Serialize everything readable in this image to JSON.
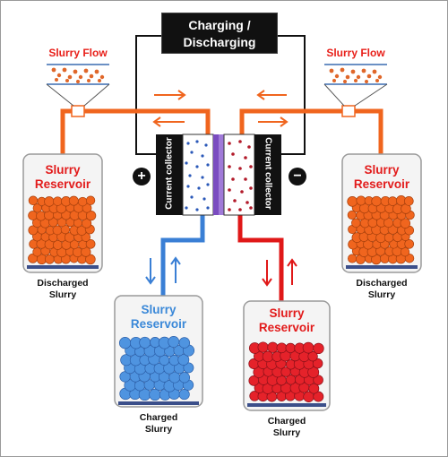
{
  "title": {
    "line1": "Charging /",
    "line2": "Discharging"
  },
  "slurry_flow_left": "Slurry Flow",
  "slurry_flow_right": "Slurry Flow",
  "current_collector_left": "Current collector",
  "current_collector_right": "Current collector",
  "positive_sign": "+",
  "negative_sign": "−",
  "reservoirs": {
    "discharged_left": {
      "title_line1": "Slurry",
      "title_line2": "Reservoir",
      "caption_line1": "Discharged",
      "caption_line2": "Slurry"
    },
    "discharged_right": {
      "title_line1": "Slurry",
      "title_line2": "Reservoir",
      "caption_line1": "Discharged",
      "caption_line2": "Slurry"
    },
    "charged_blue": {
      "title_line1": "Slurry",
      "title_line2": "Reservoir",
      "caption_line1": "Charged",
      "caption_line2": "Slurry"
    },
    "charged_red": {
      "title_line1": "Slurry",
      "title_line2": "Reservoir",
      "caption_line1": "Charged",
      "caption_line2": "Slurry"
    }
  },
  "colors": {
    "orange": "#f0651e",
    "blue": "#3a7fd5",
    "red": "#e01818",
    "membrane": "#8a5cc8",
    "black": "#111111"
  }
}
